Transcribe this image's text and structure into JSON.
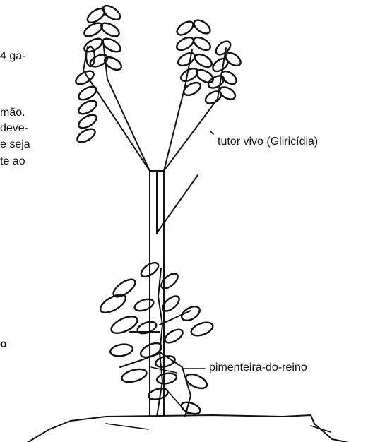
{
  "left_text_fragments": [
    "4 ga-",
    "mão.",
    "deve-",
    "e seja",
    "te ao",
    "o"
  ],
  "labels": {
    "support": "tutor vivo (Gliricídia)",
    "plant": "pimenteira-do-reino"
  }
}
